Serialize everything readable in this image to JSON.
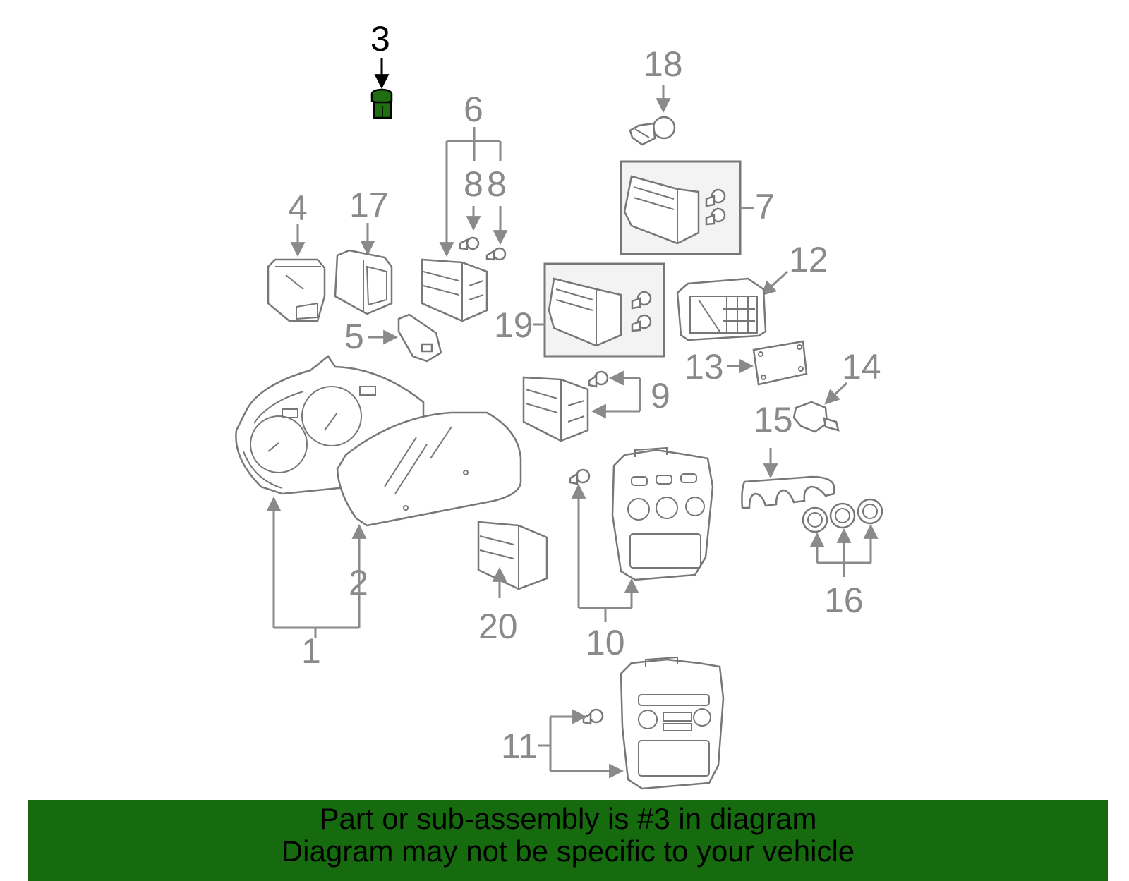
{
  "diagram": {
    "highlighted_part": "3",
    "labels": {
      "p1": "1",
      "p2": "2",
      "p3": "3",
      "p4": "4",
      "p5": "5",
      "p6": "6",
      "p7": "7",
      "p8a": "8",
      "p8b": "8",
      "p9": "9",
      "p10": "10",
      "p11": "11",
      "p12": "12",
      "p13": "13",
      "p14": "14",
      "p15": "15",
      "p16": "16",
      "p17": "17",
      "p18": "18",
      "p19": "19",
      "p20": "20"
    }
  },
  "banner": {
    "line1": "Part or sub-assembly is #3 in diagram",
    "line2": "Diagram may not be specific to your vehicle"
  },
  "colors": {
    "banner_bg": "#156b0d",
    "highlight": "#1f6e12",
    "line": "#8a8a8a"
  }
}
